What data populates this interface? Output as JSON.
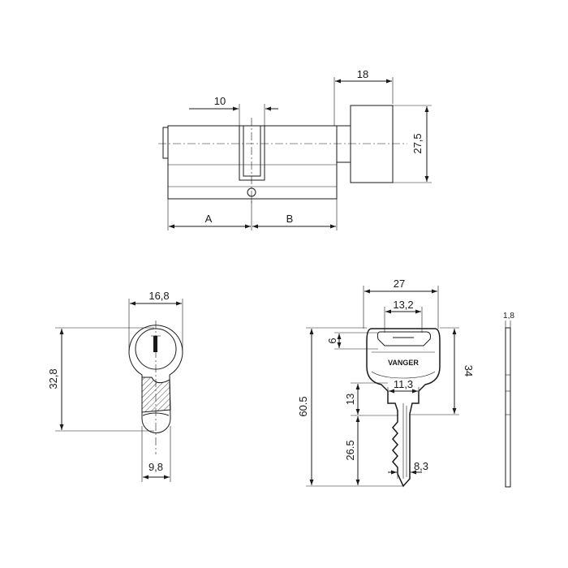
{
  "brand": "VANGER",
  "dimensions": {
    "turn_knob_length": "18",
    "cam_width": "10",
    "turn_knob_diameter": "27,5",
    "side_a": "A",
    "side_b": "B",
    "profile_width": "16,8",
    "profile_height": "32,8",
    "lower_width": "9,8",
    "key_head_width": "27",
    "key_grip_width": "13,2",
    "key_head_offset": "6",
    "key_head_height": "34",
    "key_neck_width": "11,3",
    "key_shoulder": "13",
    "key_total_length": "60.5",
    "key_blade_length": "26.5",
    "key_blade_width": "8,3",
    "key_thickness": "1,8"
  },
  "colors": {
    "line": "#1a1a1a",
    "background": "#ffffff"
  }
}
